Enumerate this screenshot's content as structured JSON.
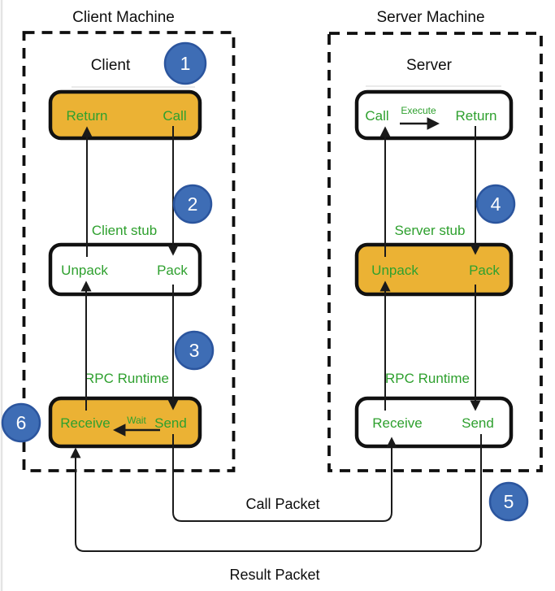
{
  "client": {
    "machine_title": "Client Machine",
    "label": "Client",
    "app_box": {
      "return_label": "Return",
      "call_label": "Call"
    },
    "stub_title": "Client stub",
    "stub_box": {
      "unpack_label": "Unpack",
      "pack_label": "Pack"
    },
    "runtime_title": "RPC Runtime",
    "runtime_box": {
      "receive_label": "Receive",
      "wait_label": "Wait",
      "send_label": "Send"
    }
  },
  "server": {
    "machine_title": "Server Machine",
    "label": "Server",
    "app_box": {
      "call_label": "Call",
      "execute_label": "Execute",
      "return_label": "Return"
    },
    "stub_title": "Server stub",
    "stub_box": {
      "unpack_label": "Unpack",
      "pack_label": "Pack"
    },
    "runtime_title": "RPC Runtime",
    "runtime_box": {
      "receive_label": "Receive",
      "send_label": "Send"
    }
  },
  "packets": {
    "call_label": "Call Packet",
    "result_label": "Result Packet"
  },
  "steps": {
    "s1": "1",
    "s2": "2",
    "s3": "3",
    "s4": "4",
    "s5": "5",
    "s6": "6"
  },
  "colors": {
    "box_orange": "#EBB234",
    "text_green": "#2EA02E",
    "step_blue_fill": "#3E6DB5",
    "step_blue_border": "#2B559E",
    "line_black": "#1A1A1A"
  }
}
